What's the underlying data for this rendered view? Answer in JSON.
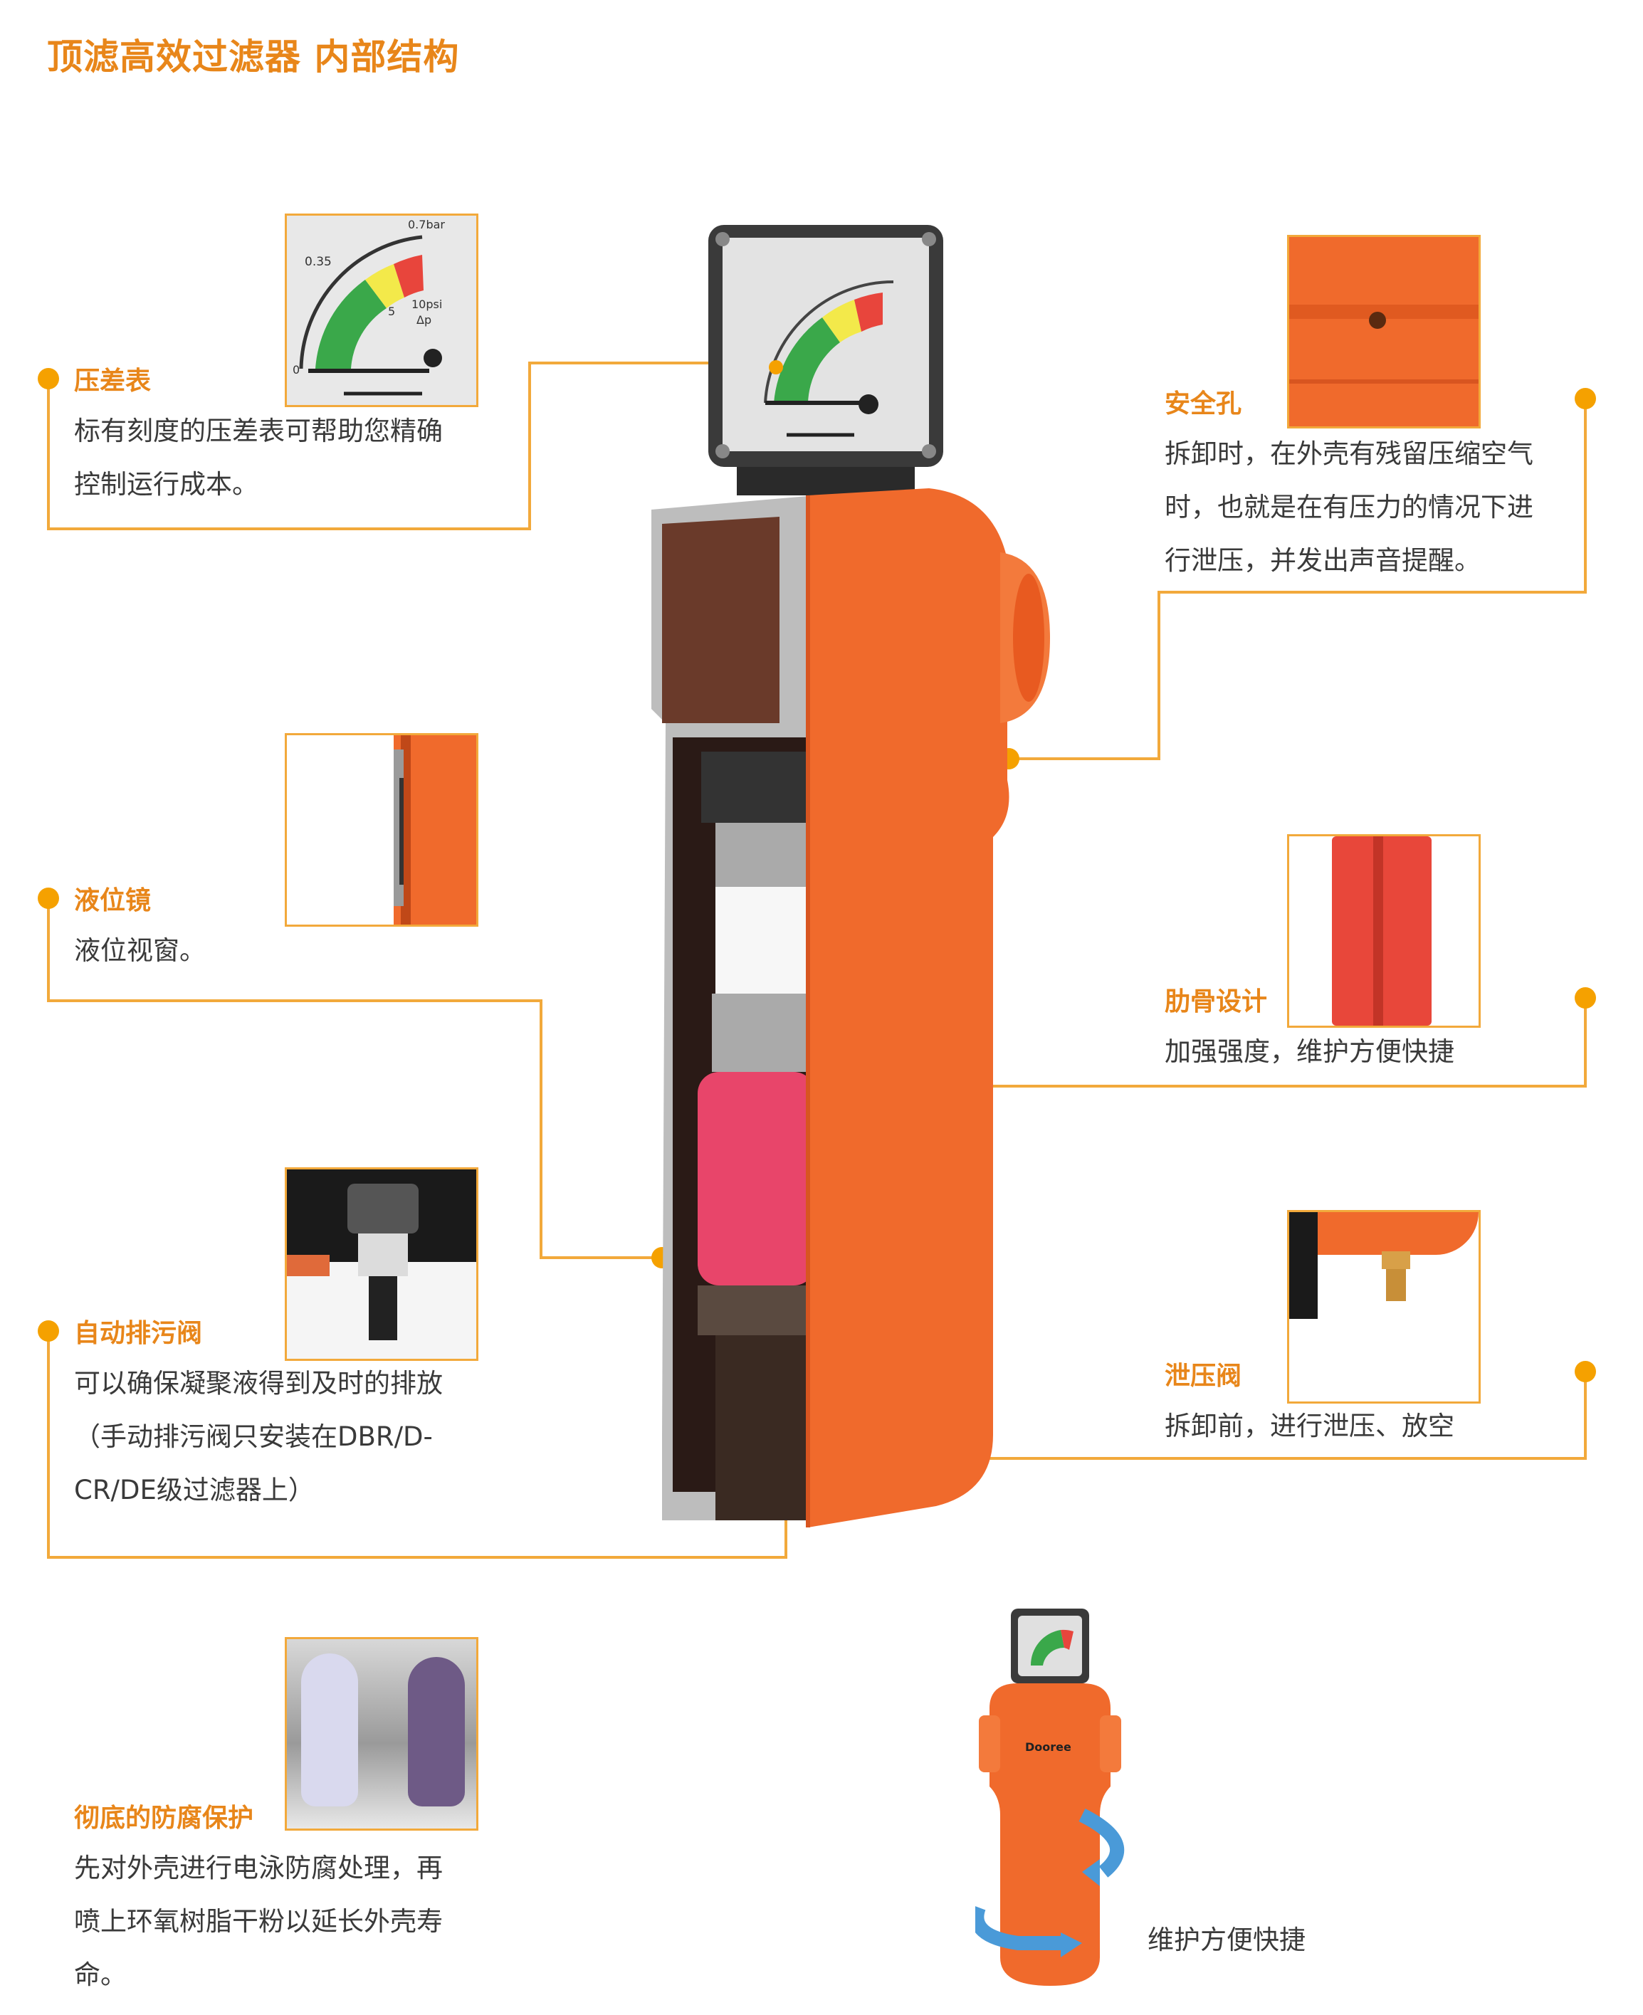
{
  "page": {
    "title": "顶滤高效过滤器 内部结构",
    "caption": "维护方便快捷"
  },
  "gauge": {
    "mark_mid": "0.35",
    "mark_max": "0.7bar",
    "mark_psi": "10psi",
    "mark_dp": "Δp",
    "mark_5": "5",
    "mark_0": "0"
  },
  "logo": {
    "brand": "Dooree"
  },
  "features": [
    {
      "title": "压差表",
      "lines": [
        "标有刻度的压差表可帮助您精确",
        "控制运行成本。"
      ]
    },
    {
      "title": "液位镜",
      "lines": [
        "液位视窗。"
      ]
    },
    {
      "title": "自动排污阀",
      "lines": [
        "可以确保凝聚液得到及时的排放",
        "（手动排污阀只安装在DBR/D-",
        "CR/DE级过滤器上）"
      ]
    },
    {
      "title": "彻底的防腐保护",
      "lines": [
        "先对外壳进行电泳防腐处理，再",
        "喷上环氧树脂干粉以延长外壳寿",
        "命。"
      ]
    },
    {
      "title": "安全孔",
      "lines": [
        "拆卸时，在外壳有残留压缩空气",
        "时，也就是在有压力的情况下进",
        "行泄压，并发出声音提醒。"
      ]
    },
    {
      "title": "肋骨设计",
      "lines": [
        "加强强度，维护方便快捷"
      ]
    },
    {
      "title": "泄压阀",
      "lines": [
        "拆卸前，进行泄压、放空"
      ]
    }
  ],
  "colors": {
    "accent": "#e8861a",
    "line": "#f2a93b",
    "dot": "#f5a100",
    "housing": "#f06a2c"
  }
}
